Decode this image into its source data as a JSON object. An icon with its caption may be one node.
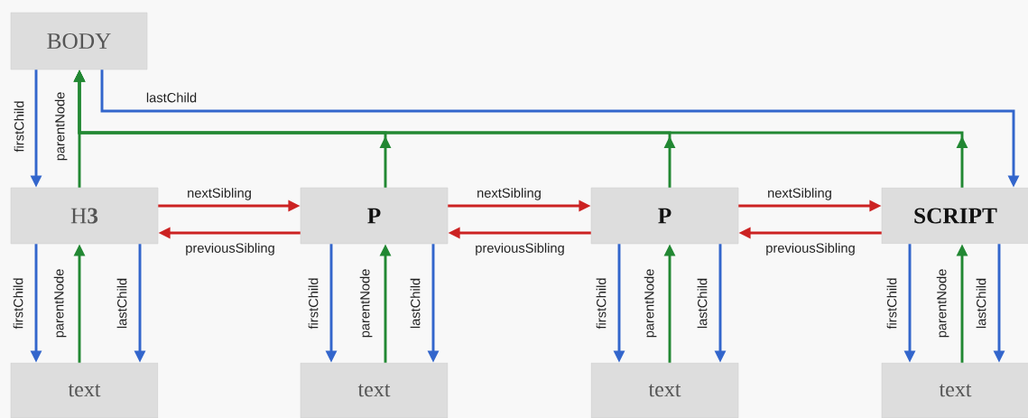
{
  "diagram": {
    "nodes": [
      {
        "text": [
          "BODY"
        ]
      },
      {
        "text": [
          "H**3**"
        ]
      },
      {
        "text": [
          "P"
        ]
      },
      {
        "text": [
          "P"
        ]
      },
      {
        "text": [
          "SCRIPT"
        ]
      },
      {
        "text": [
          "text"
        ]
      },
      {
        "text": [
          "text"
        ]
      },
      {
        "text": [
          "text"
        ]
      },
      {
        "text": [
          "text"
        ]
      }
    ],
    "edges": [
      {
        "from": 0,
        "to": 1,
        "arrow": "to",
        "label": "firstChild",
        "color": "#3366cc"
      },
      {
        "from": 1,
        "to": 0,
        "arrow": "to",
        "label": "parentNode",
        "color": "#228833"
      },
      {
        "from": 0,
        "to": 4,
        "arrow": "to",
        "label": "lastChild",
        "color": "#3366cc"
      },
      {
        "from": 2,
        "to": 0,
        "arrow": "to",
        "color": "#228833"
      },
      {
        "from": 3,
        "to": 0,
        "arrow": "to",
        "color": "#228833"
      },
      {
        "from": 4,
        "to": 0,
        "arrow": "to",
        "color": "#228833"
      },
      {
        "from": 1,
        "to": 2,
        "arrow": "to",
        "label": "nextSibling",
        "color": "#cc2222"
      },
      {
        "from": 2,
        "to": 1,
        "arrow": "to",
        "label": "previousSibling",
        "color": "#cc2222"
      },
      {
        "from": 2,
        "to": 3,
        "arrow": "to",
        "label": "nextSibling",
        "color": "#cc2222"
      },
      {
        "from": 3,
        "to": 2,
        "arrow": "to",
        "label": "previousSibling",
        "color": "#cc2222"
      },
      {
        "from": 3,
        "to": 4,
        "arrow": "to",
        "label": "nextSibling",
        "color": "#cc2222"
      },
      {
        "from": 4,
        "to": 3,
        "arrow": "to",
        "label": "previousSibling",
        "color": "#cc2222"
      },
      {
        "from": 1,
        "to": 5,
        "arrow": "to",
        "label": "firstChild",
        "color": "#3366cc"
      },
      {
        "from": 5,
        "to": 1,
        "arrow": "to",
        "label": "parentNode",
        "color": "#228833"
      },
      {
        "from": 1,
        "to": 5,
        "arrow": "to",
        "label": "lastChild",
        "color": "#3366cc"
      },
      {
        "from": 2,
        "to": 6,
        "arrow": "to",
        "label": "firstChild",
        "color": "#3366cc"
      },
      {
        "from": 6,
        "to": 2,
        "arrow": "to",
        "label": "parentNode",
        "color": "#228833"
      },
      {
        "from": 2,
        "to": 6,
        "arrow": "to",
        "label": "lastChild",
        "color": "#3366cc"
      },
      {
        "from": 3,
        "to": 7,
        "arrow": "to",
        "label": "firstChild",
        "color": "#3366cc"
      },
      {
        "from": 7,
        "to": 3,
        "arrow": "to",
        "label": "parentNode",
        "color": "#228833"
      },
      {
        "from": 3,
        "to": 7,
        "arrow": "to",
        "label": "lastChild",
        "color": "#3366cc"
      },
      {
        "from": 4,
        "to": 8,
        "arrow": "to",
        "label": "firstChild",
        "color": "#3366cc"
      },
      {
        "from": 8,
        "to": 4,
        "arrow": "to",
        "label": "parentNode",
        "color": "#228833"
      },
      {
        "from": 4,
        "to": 8,
        "arrow": "to",
        "label": "lastChild",
        "color": "#3366cc"
      }
    ]
  }
}
